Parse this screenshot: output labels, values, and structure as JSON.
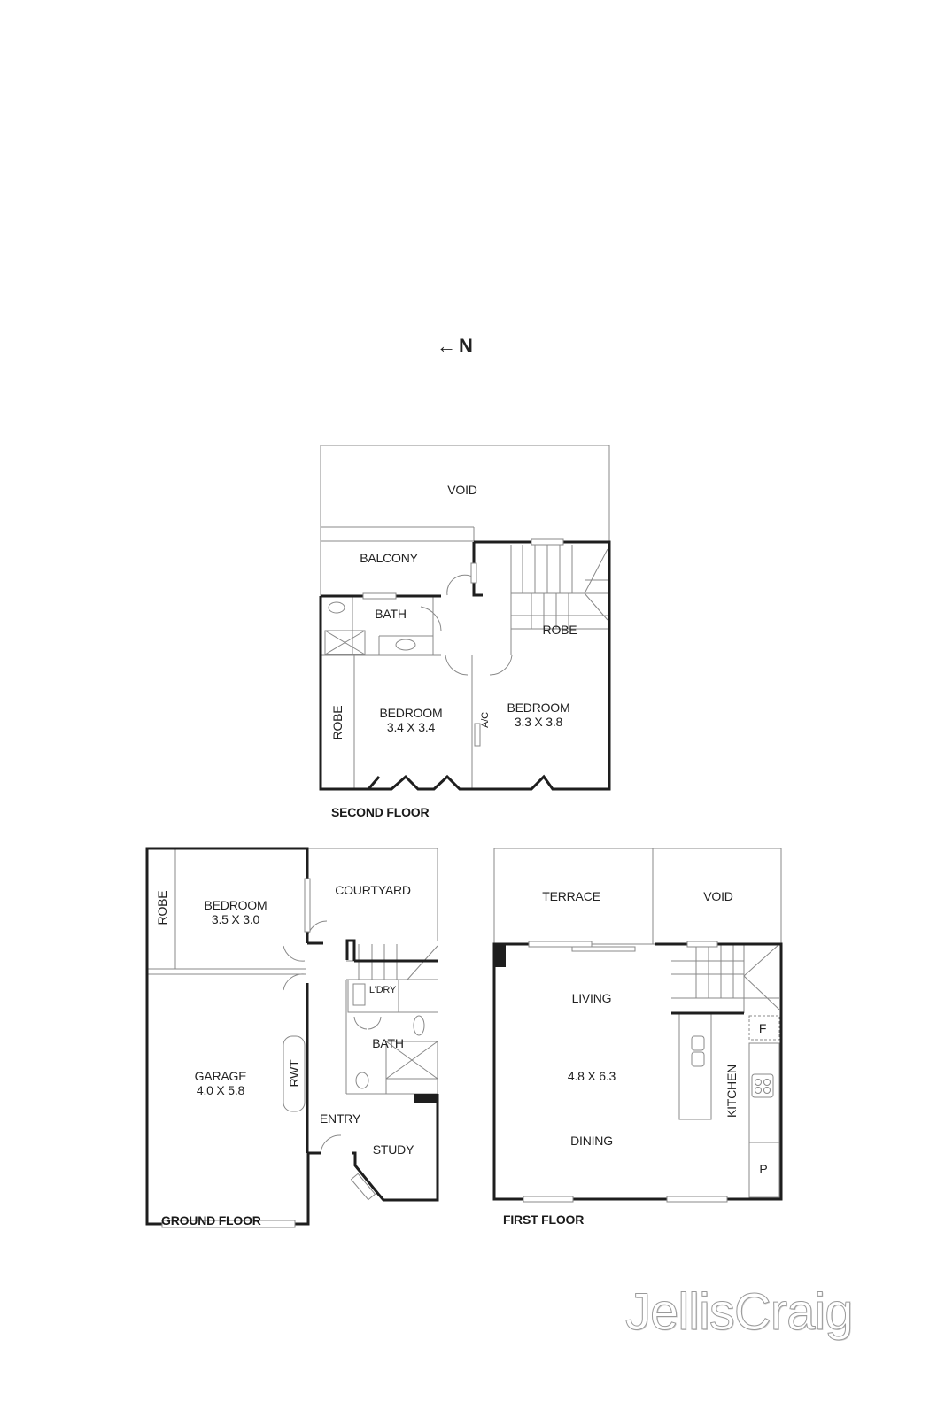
{
  "compass": {
    "arrow": "←",
    "label": "N"
  },
  "second_floor": {
    "title": "SECOND FLOOR",
    "rooms": {
      "void": {
        "name": "VOID"
      },
      "balcony": {
        "name": "BALCONY"
      },
      "bath": {
        "name": "BATH"
      },
      "robe_top": {
        "name": "ROBE"
      },
      "robe_left": {
        "name": "ROBE"
      },
      "bedroom_1": {
        "name": "BEDROOM",
        "dims": "3.4 X 3.4"
      },
      "bedroom_2": {
        "name": "BEDROOM",
        "dims": "3.3 X 3.8"
      },
      "ac": {
        "name": "A/C"
      }
    }
  },
  "ground_floor": {
    "title": "GROUND FLOOR",
    "rooms": {
      "robe": {
        "name": "ROBE"
      },
      "bedroom": {
        "name": "BEDROOM",
        "dims": "3.5 X 3.0"
      },
      "courtyard": {
        "name": "COURTYARD"
      },
      "laundry": {
        "name": "L'DRY"
      },
      "bath": {
        "name": "BATH"
      },
      "garage": {
        "name": "GARAGE",
        "dims": "4.0 X 5.8"
      },
      "rwt": {
        "name": "RWT"
      },
      "entry": {
        "name": "ENTRY"
      },
      "study": {
        "name": "STUDY"
      }
    }
  },
  "first_floor": {
    "title": "FIRST FLOOR",
    "rooms": {
      "terrace": {
        "name": "TERRACE"
      },
      "void": {
        "name": "VOID"
      },
      "living": {
        "name": "LIVING"
      },
      "living_dims": {
        "name": "4.8 X 6.3"
      },
      "dining": {
        "name": "DINING"
      },
      "kitchen": {
        "name": "KITCHEN"
      },
      "fridge": {
        "name": "F"
      },
      "pantry": {
        "name": "P"
      }
    }
  },
  "brand": {
    "name": "JellisCraig"
  }
}
